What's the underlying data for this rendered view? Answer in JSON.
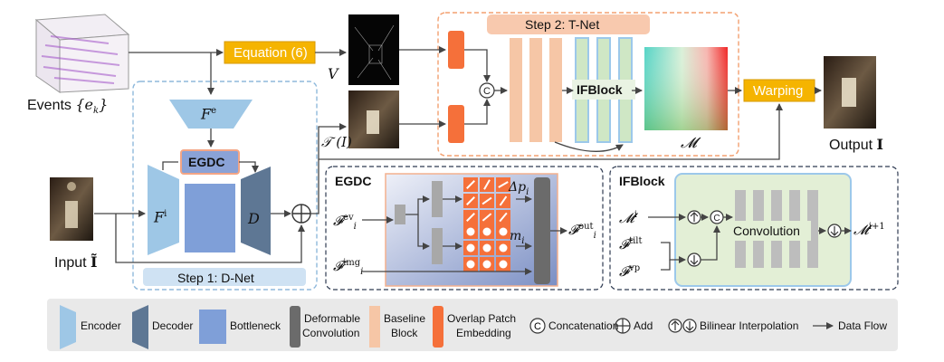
{
  "inputs": {
    "events_label": "Events",
    "events_math": "{e",
    "events_sub": "k",
    "events_close": "}",
    "input_label": "Input",
    "input_math": "Ĩ"
  },
  "equation_label": "Equation (6)",
  "v_label": "V",
  "t_label": "𝒯 (I)",
  "step1": {
    "label": "Step 1: D-Net",
    "fe": "F",
    "fe_sup": "e",
    "fi": "F",
    "fi_sup": "i",
    "egdc": "EGDC",
    "d": "D"
  },
  "step2": {
    "label": "Step 2: T-Net",
    "ifblock": "IFBlock",
    "m_label": "𝓜"
  },
  "warping_label": "Warping",
  "output": {
    "label": "Output",
    "math": "I"
  },
  "egdc_panel": {
    "title": "EGDC",
    "f_ev": "𝓕",
    "f_ev_sub": "i",
    "f_ev_sup": "ev",
    "f_img": "𝓕",
    "f_img_sub": "i",
    "f_img_sup": "img",
    "dp": "Δp",
    "dp_sub": "i",
    "m": "m",
    "m_sub": "i",
    "f_out": "𝓕",
    "f_out_sub": "i",
    "f_out_sup": "out"
  },
  "ifblock_panel": {
    "title": "IFBlock",
    "m_in": "𝓜",
    "m_in_sup": "i",
    "f_tilt": "𝓕",
    "f_tilt_sup": "tilt",
    "f_vp": "𝓕",
    "f_vp_sup": "vp",
    "conv": "Convolution",
    "m_out": "𝓜",
    "m_out_sup": "i+1"
  },
  "legend": {
    "encoder": "Encoder",
    "decoder": "Decoder",
    "bottleneck": "Bottleneck",
    "deformable": "Deformable\nConvolution",
    "deformable_1": "Deformable",
    "deformable_2": "Convolution",
    "baseline_1": "Baseline",
    "baseline_2": "Block",
    "overlap_1": "Overlap Patch",
    "overlap_2": "Embedding",
    "concat": "Concatenation",
    "add": "Add",
    "bilinear": "Bilinear Interpolation",
    "dataflow": "Data Flow"
  },
  "colors": {
    "encoder": "#9ec7e6",
    "decoder": "#5e7794",
    "bottleneck": "#7f9fd8",
    "deformable": "#6b6b6b",
    "baseline": "#f6c6a6",
    "overlap": "#f5703a",
    "orange_box": "#f5b400",
    "legend_bg": "#e9e9e9"
  }
}
